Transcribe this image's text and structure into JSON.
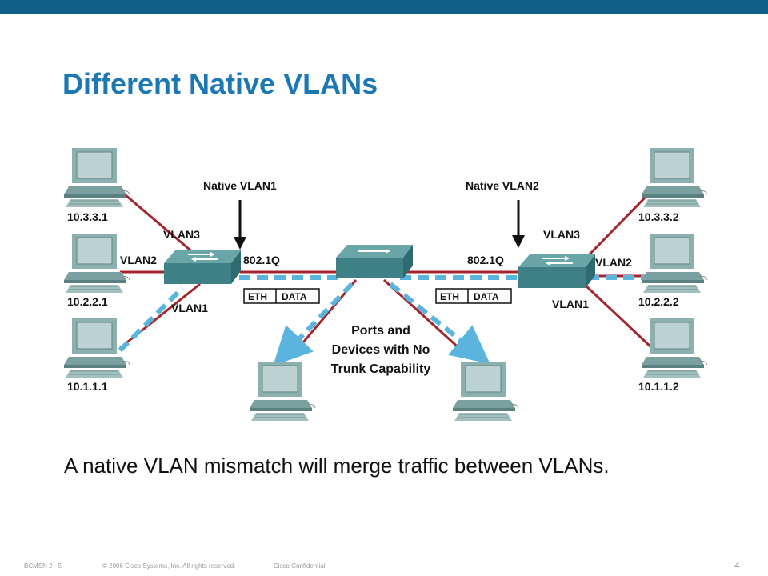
{
  "title": "Different Native VLANs",
  "labels": {
    "native_left": "Native VLAN1",
    "native_right": "Native VLAN2",
    "vlan3_left": "VLAN3",
    "vlan2_left": "VLAN2",
    "vlan1_left": "VLAN1",
    "vlan3_right": "VLAN3",
    "vlan2_right": "VLAN2",
    "vlan1_right": "VLAN1",
    "dot1q_left": "802.1Q",
    "dot1q_right": "802.1Q",
    "ports_line1": "Ports and",
    "ports_line2": "Devices with No",
    "ports_line3": "Trunk Capability"
  },
  "hosts": {
    "left_top": "10.3.3.1",
    "left_mid": "10.2.2.1",
    "left_bot": "10.1.1.1",
    "right_top": "10.3.3.2",
    "right_mid": "10.2.2.2",
    "right_bot": "10.1.1.2"
  },
  "frames": {
    "left": {
      "eth": "ETH",
      "data": "DATA"
    },
    "right": {
      "eth": "ETH",
      "data": "DATA"
    }
  },
  "caption": "A native VLAN mismatch will merge traffic between VLANs.",
  "footer": {
    "course": "BCMSN 2 - 5",
    "copyright": "© 2006 Cisco Systems, Inc. All rights reserved.",
    "confidential": "Cisco Confidential",
    "page": "4"
  },
  "colors": {
    "topbar": "#0f5f86",
    "title": "#1c78b4",
    "trunk_red": "#a3262c",
    "native_blue": "#5ab4de",
    "switch_teal": "#3f7f86"
  },
  "icons": [
    "pc-icon",
    "switch-icon",
    "arrow-down-icon"
  ]
}
